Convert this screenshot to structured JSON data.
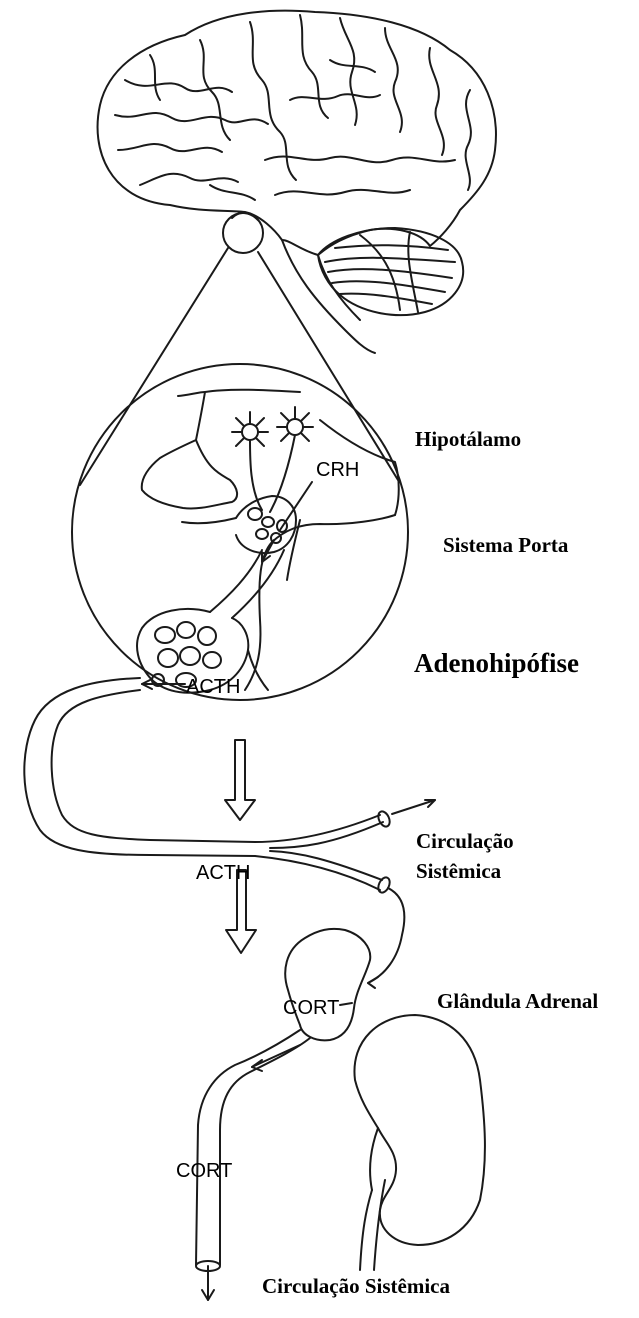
{
  "labels": {
    "hipotalamo": "Hipotálamo",
    "sistema_porta": "Sistema Porta",
    "adenohipofise": "Adenohipófise",
    "circulacao_sistemica_1_line1": "Circulação",
    "circulacao_sistemica_1_line2": "Sistêmica",
    "glandula_adrenal": "Glândula Adrenal",
    "circulacao_sistemica_2": "Circulação Sistêmica"
  },
  "hormones": {
    "crh": "CRH",
    "acth_hypophysis": "ACTH",
    "acth_vessel": "ACTH",
    "cort_adrenal": "CORT",
    "cort_vessel": "CORT"
  },
  "colors": {
    "line": "#1a1a1a",
    "background": "#ffffff"
  }
}
